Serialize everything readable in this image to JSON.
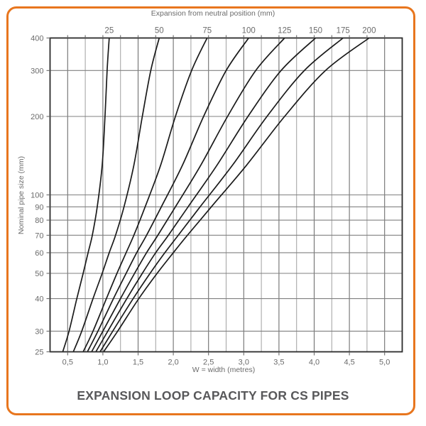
{
  "card": {
    "border_color": "#E8761E",
    "background": "#ffffff"
  },
  "title": {
    "text": "EXPANSION LOOP CAPACITY FOR CS PIPES",
    "color": "#58585a"
  },
  "axes": {
    "top_title": "Expansion from neutral position (mm)",
    "bottom_title": "W = width (metres)",
    "left_title": "Nominal pipe size (mm)"
  },
  "chart_data": {
    "type": "line",
    "title": "EXPANSION LOOP CAPACITY FOR CS PIPES",
    "xlabel": "W = width (metres)",
    "ylabel": "Nominal pipe size (mm)",
    "top_axis_label": "Expansion from neutral position (mm)",
    "xscale": "linear",
    "yscale": "log",
    "xlim": [
      0.25,
      5.25
    ],
    "ylim": [
      25,
      400
    ],
    "grid": true,
    "legend_position": "top-axis-curve-labels",
    "x_tick_labels": [
      "0,5",
      "1,0",
      "1,5",
      "2,0",
      "2,5",
      "3,0",
      "3,5",
      "4,0",
      "4,5",
      "5,0"
    ],
    "x_tick_values": [
      0.5,
      1.0,
      1.5,
      2.0,
      2.5,
      3.0,
      3.5,
      4.0,
      4.5,
      5.0
    ],
    "x_minor_step": 0.25,
    "y_tick_labels": [
      "25",
      "30",
      "40",
      "50",
      "60",
      "70",
      "80",
      "90",
      "100",
      "200",
      "300",
      "400"
    ],
    "y_tick_values": [
      25,
      30,
      40,
      50,
      60,
      70,
      80,
      90,
      100,
      200,
      300,
      400
    ],
    "series": [
      {
        "name": "25",
        "label": "25",
        "x": [
          0.43,
          0.52,
          0.63,
          0.72,
          0.79,
          0.85,
          0.92,
          0.99,
          1.03,
          1.06,
          1.09
        ],
        "y": [
          25,
          30,
          40,
          50,
          60,
          70,
          90,
          130,
          200,
          300,
          400
        ]
      },
      {
        "name": "50",
        "label": "50",
        "x": [
          0.58,
          0.7,
          0.86,
          0.99,
          1.09,
          1.18,
          1.3,
          1.44,
          1.56,
          1.68,
          1.8
        ],
        "y": [
          25,
          30,
          40,
          50,
          60,
          70,
          90,
          130,
          200,
          300,
          400
        ]
      },
      {
        "name": "75",
        "label": "75",
        "x": [
          0.72,
          0.86,
          1.05,
          1.2,
          1.33,
          1.44,
          1.6,
          1.82,
          2.03,
          2.26,
          2.48
        ],
        "y": [
          25,
          30,
          40,
          50,
          60,
          70,
          90,
          130,
          200,
          300,
          400
        ]
      },
      {
        "name": "100",
        "label": "100",
        "x": [
          0.78,
          0.93,
          1.15,
          1.33,
          1.48,
          1.62,
          1.83,
          2.13,
          2.43,
          2.75,
          3.07
        ],
        "y": [
          25,
          30,
          40,
          50,
          60,
          70,
          90,
          130,
          200,
          300,
          400
        ]
      },
      {
        "name": "125",
        "label": "125",
        "x": [
          0.84,
          1.0,
          1.25,
          1.45,
          1.62,
          1.78,
          2.03,
          2.39,
          2.77,
          3.17,
          3.58
        ],
        "y": [
          25,
          30,
          40,
          50,
          60,
          70,
          90,
          130,
          200,
          300,
          400
        ]
      },
      {
        "name": "150",
        "label": "150",
        "x": [
          0.9,
          1.07,
          1.34,
          1.56,
          1.75,
          1.93,
          2.21,
          2.62,
          3.06,
          3.53,
          4.02
        ],
        "y": [
          25,
          30,
          40,
          50,
          60,
          70,
          90,
          130,
          200,
          300,
          400
        ]
      },
      {
        "name": "175",
        "label": "175",
        "x": [
          0.96,
          1.14,
          1.43,
          1.67,
          1.88,
          2.07,
          2.38,
          2.84,
          3.33,
          3.86,
          4.41
        ],
        "y": [
          25,
          30,
          40,
          50,
          60,
          70,
          90,
          130,
          200,
          300,
          400
        ]
      },
      {
        "name": "200",
        "label": "200",
        "x": [
          1.01,
          1.21,
          1.51,
          1.77,
          2.0,
          2.2,
          2.54,
          3.04,
          3.58,
          4.16,
          4.78
        ],
        "y": [
          25,
          30,
          40,
          50,
          60,
          70,
          90,
          130,
          200,
          300,
          400
        ]
      }
    ]
  }
}
